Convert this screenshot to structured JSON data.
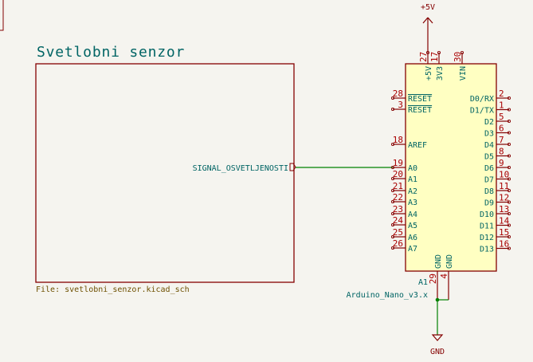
{
  "sheet": {
    "title": "Svetlobni senzor",
    "file_label": "File: svetlobni_senzor.kicad_sch",
    "pin_label": "SIGNAL_OSVETLJENOSTI"
  },
  "power": {
    "top_label": "+5V",
    "gnd_label": "GND"
  },
  "component": {
    "ref": "A1",
    "value": "Arduino_Nano_v3.x",
    "top_pins": [
      {
        "num": "27",
        "name": "+5V"
      },
      {
        "num": "17",
        "name": "3V3"
      },
      {
        "num": "30",
        "name": "VIN"
      }
    ],
    "left_pins": [
      {
        "num": "28",
        "name": "RESET"
      },
      {
        "num": "3",
        "name": "RESET"
      },
      {
        "num": "18",
        "name": "AREF"
      },
      {
        "num": "19",
        "name": "A0"
      },
      {
        "num": "20",
        "name": "A1"
      },
      {
        "num": "21",
        "name": "A2"
      },
      {
        "num": "22",
        "name": "A3"
      },
      {
        "num": "23",
        "name": "A4"
      },
      {
        "num": "24",
        "name": "A5"
      },
      {
        "num": "25",
        "name": "A6"
      },
      {
        "num": "26",
        "name": "A7"
      }
    ],
    "right_pins": [
      {
        "num": "2",
        "name": "D0/RX"
      },
      {
        "num": "1",
        "name": "D1/TX"
      },
      {
        "num": "5",
        "name": "D2"
      },
      {
        "num": "6",
        "name": "D3"
      },
      {
        "num": "7",
        "name": "D4"
      },
      {
        "num": "8",
        "name": "D5"
      },
      {
        "num": "9",
        "name": "D6"
      },
      {
        "num": "10",
        "name": "D7"
      },
      {
        "num": "11",
        "name": "D8"
      },
      {
        "num": "12",
        "name": "D9"
      },
      {
        "num": "13",
        "name": "D10"
      },
      {
        "num": "14",
        "name": "D11"
      },
      {
        "num": "15",
        "name": "D12"
      },
      {
        "num": "16",
        "name": "D13"
      }
    ],
    "bottom_pins": [
      {
        "num": "29",
        "name": "GND"
      },
      {
        "num": "4",
        "name": "GND"
      }
    ]
  },
  "colors": {
    "background": "#f5f4ef",
    "sheet_border": "#840000",
    "sheet_text": "#006464",
    "file_text": "#6e5000",
    "body_fill": "#ffffc2",
    "body_stroke": "#840000",
    "pin_line": "#840000",
    "pin_number": "#a90000",
    "pin_name": "#006464",
    "wire": "#008000",
    "power": "#840000",
    "label_text": "#006464"
  }
}
